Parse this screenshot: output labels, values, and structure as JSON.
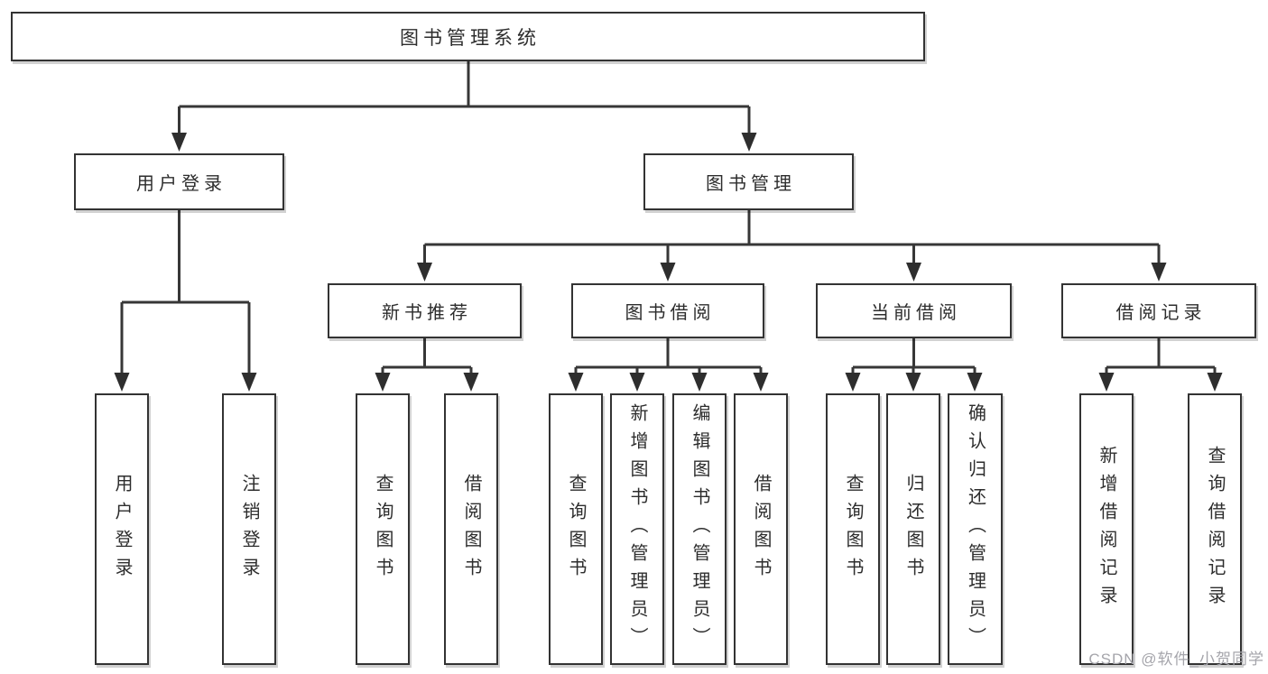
{
  "tree": {
    "label": "图书管理系统",
    "children": [
      {
        "label": "用户登录",
        "children": [
          {
            "label": "用户登录"
          },
          {
            "label": "注销登录"
          }
        ]
      },
      {
        "label": "图书管理",
        "children": [
          {
            "label": "新书推荐",
            "children": [
              {
                "label": "查询图书"
              },
              {
                "label": "借阅图书"
              }
            ]
          },
          {
            "label": "图书借阅",
            "children": [
              {
                "label": "查询图书"
              },
              {
                "label": "新增图书（管理员）"
              },
              {
                "label": "编辑图书（管理员）"
              },
              {
                "label": "借阅图书"
              }
            ]
          },
          {
            "label": "当前借阅",
            "children": [
              {
                "label": "查询图书"
              },
              {
                "label": "归还图书"
              },
              {
                "label": "确认归还（管理员）"
              }
            ]
          },
          {
            "label": "借阅记录",
            "children": [
              {
                "label": "新增借阅记录"
              },
              {
                "label": "查询借阅记录"
              }
            ]
          }
        ]
      }
    ]
  },
  "watermark": {
    "text": "CSDN @软件_小贺同学"
  },
  "colors": {
    "line": "#373737",
    "box_border": "#333333",
    "box_background": "#ffffff",
    "text": "#2d2d2d",
    "watermark_text": "#a5a5ab"
  }
}
